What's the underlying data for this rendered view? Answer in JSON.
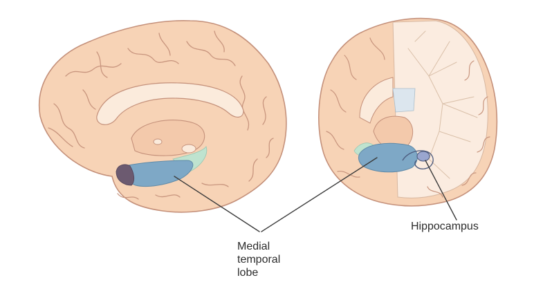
{
  "labels": {
    "medial_temporal_lobe": [
      "Medial",
      "temporal",
      "lobe"
    ],
    "hippocampus": "Hippocampus"
  },
  "colors": {
    "brain_tissue": "#f7d3b6",
    "brain_outline": "#c4907a",
    "gyri_lines": "#c8957e",
    "corpus_callosum": "#fbebdc",
    "medial_temporal_lobe": "#7ea8c6",
    "entorhinal_dark": "#6c5a70",
    "parahippocampal_green": "#bfe3cf",
    "hippocampus": "#9aa6cf",
    "white_matter": "#fbece0",
    "leader_lines": "#3a3a3a"
  }
}
